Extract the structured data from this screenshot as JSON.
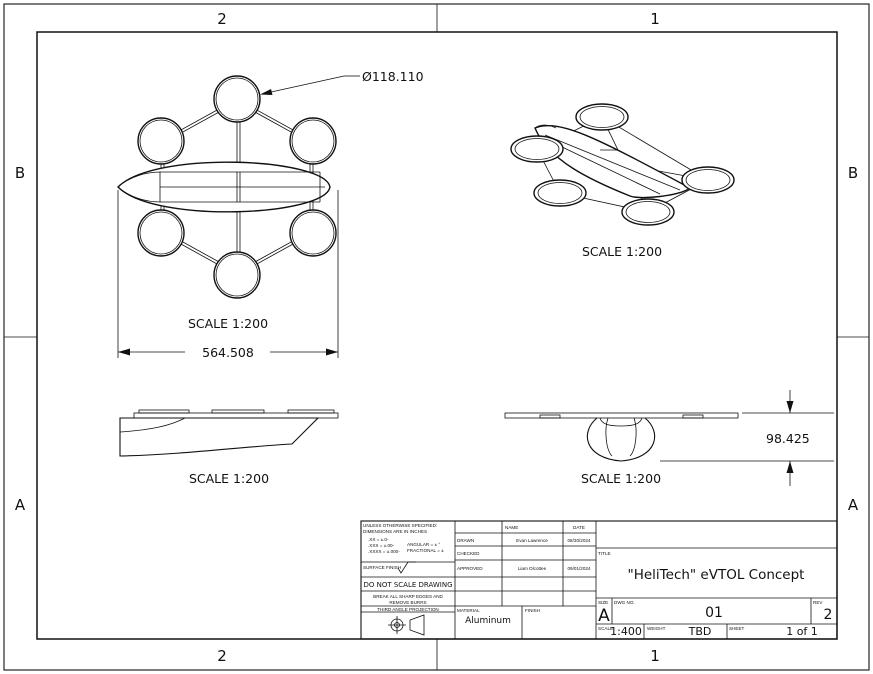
{
  "zones": {
    "top": [
      "2",
      "1"
    ],
    "bottom": [
      "2",
      "1"
    ],
    "left": [
      "B",
      "A"
    ],
    "right": [
      "B",
      "A"
    ]
  },
  "views": {
    "top_view": {
      "diameter_label": "Ø118.110",
      "width_label": "564.508",
      "scale": "SCALE 1:200"
    },
    "iso_view": {
      "scale": "SCALE 1:200"
    },
    "side_view": {
      "scale": "SCALE 1:200"
    },
    "front_view": {
      "height_label": "98.425",
      "scale": "SCALE 1:200"
    }
  },
  "title_block": {
    "notes": {
      "line1": "UNLESS OTHERWISE SPECIFIED:",
      "line2": "DIMENSIONS ARE IN INCHES",
      "line3": ".XX = ±.0-",
      "line4": ".XXX = ±.00-",
      "line5": ".XXXX = ±.000-",
      "angular": "ANGULAR = ± °",
      "fractional": "FRACTIONAL = ±",
      "surface_finish": "SURFACE FINISH",
      "do_not_scale": "DO NOT SCALE DRAWING",
      "break_edges_1": "BREAK ALL SHARP EDGES AND",
      "break_edges_2": "REMOVE BURRS",
      "projection": "THIRD ANGLE PROJECTION"
    },
    "approvals": {
      "name_header": "NAME",
      "date_header": "DATE",
      "drawn": "DRAWN",
      "checked": "CHECKED",
      "approved": "APPROVED",
      "drawn_name": "Evan Lawrence",
      "drawn_date": "08/30/2024",
      "approved_name": "Liam Olcottee",
      "approved_date": "09/01/2024"
    },
    "material_label": "MATERIAL",
    "material": "Aluminum",
    "finish_label": "FINISH",
    "title_label": "TITLE",
    "title": "\"HeliTech\" eVTOL Concept",
    "size_label": "SIZE",
    "size": "A",
    "dwg_no_label": "DWG NO.",
    "dwg_no": "01",
    "rev_label": "REV",
    "rev": "2",
    "scale_label": "SCALE",
    "scale": "1:400",
    "weight_label": "WEIGHT",
    "weight": "TBD",
    "sheet_label": "SHEET",
    "sheet": "1 of 1"
  }
}
